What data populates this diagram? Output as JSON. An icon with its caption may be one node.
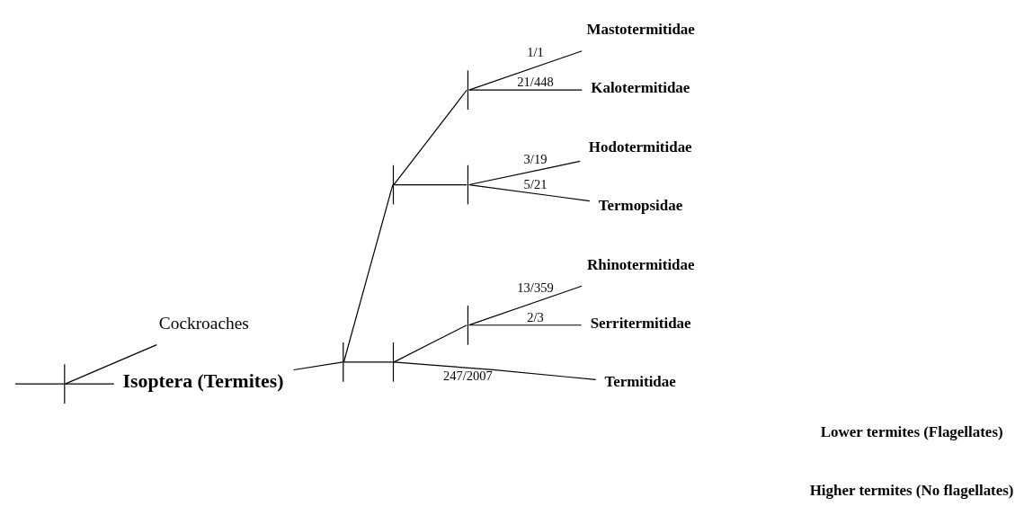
{
  "diagram": {
    "nodes": [
      {
        "text": [],
        "shape": "bar"
      },
      {
        "text": [
          "Cockroaches"
        ]
      },
      {
        "text": [
          "Isoptera (Termites)"
        ]
      },
      {
        "text": [],
        "shape": "bar"
      },
      {
        "text": [],
        "shape": "bar"
      },
      {
        "text": [],
        "shape": "bar"
      },
      {
        "text": [
          "Mastotermitidae"
        ]
      },
      {
        "text": [
          "Kalotermitidae"
        ]
      },
      {
        "text": [],
        "shape": "bar"
      },
      {
        "text": [
          "Hodotermitidae"
        ]
      },
      {
        "text": [
          "Termopsidae"
        ]
      },
      {
        "text": [],
        "shape": "bar"
      },
      {
        "text": [],
        "shape": "bar"
      },
      {
        "text": [
          "Rhinotermitidae"
        ]
      },
      {
        "text": [
          "Serritermitidae"
        ]
      },
      {
        "text": [
          "Termitidae"
        ]
      }
    ],
    "edges": [
      {
        "from": null,
        "to": 0,
        "arrow": "none"
      },
      {
        "from": 0,
        "to": 1,
        "arrow": "none"
      },
      {
        "from": 0,
        "to": 2,
        "arrow": "none"
      },
      {
        "from": 2,
        "to": 3,
        "arrow": "none"
      },
      {
        "from": 3,
        "to": 4,
        "arrow": "none"
      },
      {
        "from": 3,
        "to": 11,
        "arrow": "none"
      },
      {
        "from": 4,
        "to": 5,
        "arrow": "none"
      },
      {
        "from": 4,
        "to": 8,
        "arrow": "none"
      },
      {
        "from": 5,
        "to": 6,
        "arrow": "none",
        "label": "1/1"
      },
      {
        "from": 5,
        "to": 7,
        "arrow": "none",
        "label": "21/448"
      },
      {
        "from": 8,
        "to": 9,
        "arrow": "none",
        "label": "3/19"
      },
      {
        "from": 8,
        "to": 10,
        "arrow": "none",
        "label": "5/21"
      },
      {
        "from": 11,
        "to": 12,
        "arrow": "none"
      },
      {
        "from": 11,
        "to": 15,
        "arrow": "none",
        "label": "247/2007"
      },
      {
        "from": 12,
        "to": 13,
        "arrow": "none",
        "label": "13/359"
      },
      {
        "from": 12,
        "to": 14,
        "arrow": "none",
        "label": "2/3"
      }
    ],
    "labels": [
      "Lower termites (Flagellates)",
      "Higher termites (No flagellates)"
    ]
  }
}
